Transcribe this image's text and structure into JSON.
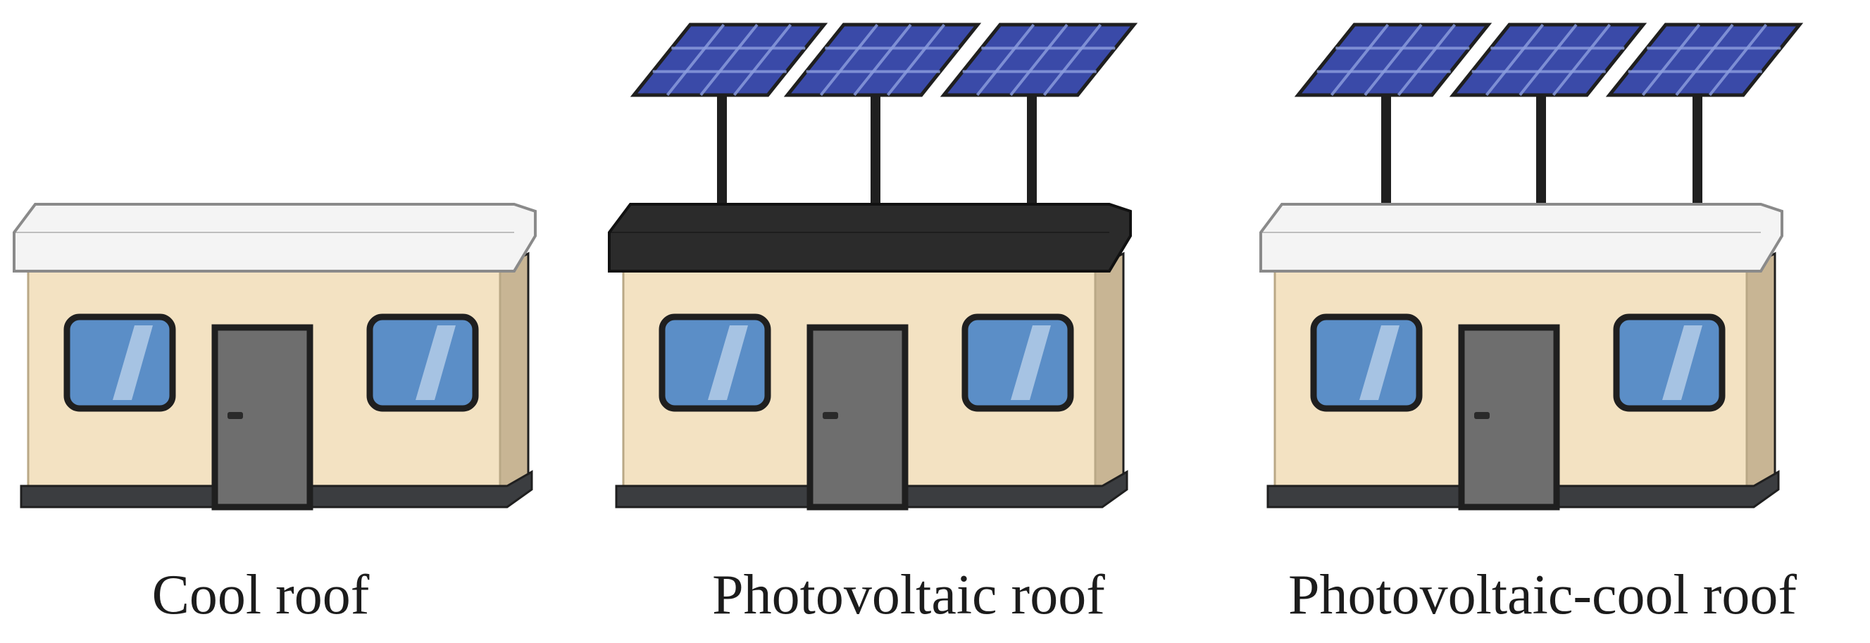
{
  "colors": {
    "background": "#ffffff",
    "wall": "#f3e2c2",
    "wall_side": "#c8b594",
    "outline": "#1f1f1f",
    "door": "#6e6e6e",
    "window_glass": "#5b8ec7",
    "window_glare": "#b4cde8",
    "base": "#3b3d40",
    "roof_white": "#f4f4f4",
    "roof_black": "#2b2b2b",
    "panel": "#3a4aa8",
    "panel_grid": "#8ea0e0",
    "pole": "#1f1f1f"
  },
  "buildings": [
    {
      "label": "Cool roof",
      "roof": "white",
      "panels": 0
    },
    {
      "label": "Photovoltaic roof",
      "roof": "black",
      "panels": 3
    },
    {
      "label": "Photovoltaic-cool roof",
      "roof": "white",
      "panels": 3
    }
  ]
}
